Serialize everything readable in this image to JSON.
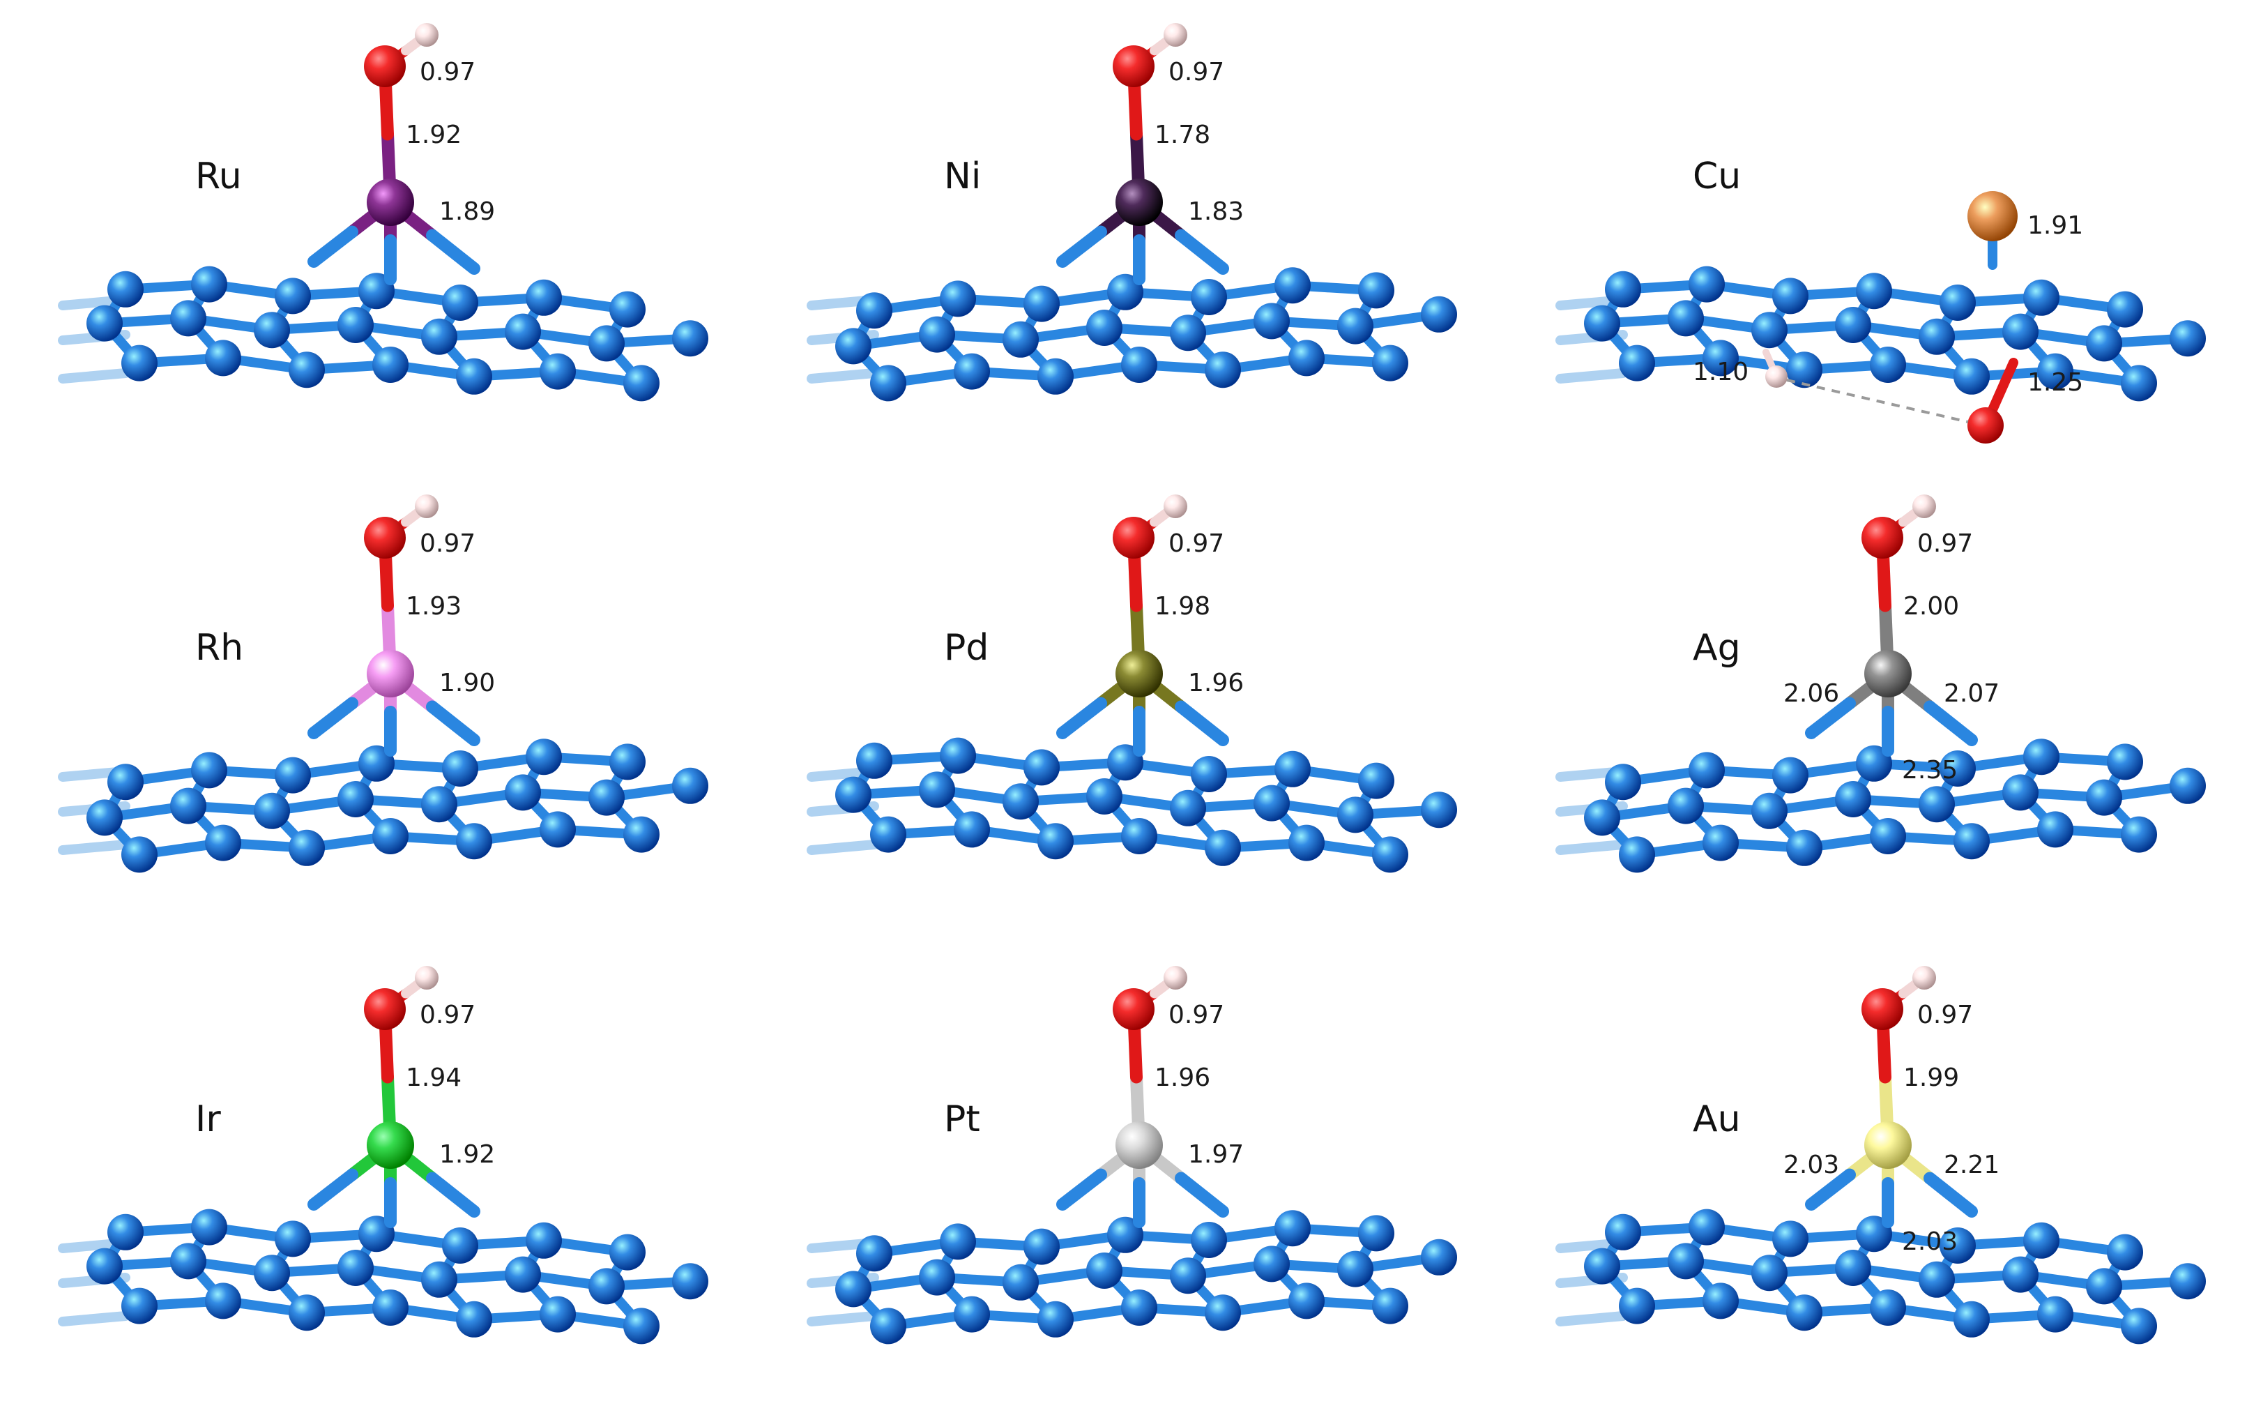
{
  "figure": {
    "panels": [
      {
        "metal": "Ru",
        "metal_color": "#7a2182",
        "labels": [
          "0.97",
          "1.92",
          "1.89"
        ],
        "row": 0,
        "col": 0
      },
      {
        "metal": "Ni",
        "metal_color": "#3b1747",
        "labels": [
          "0.97",
          "1.78",
          "1.83"
        ],
        "row": 0,
        "col": 1
      },
      {
        "metal": "Cu",
        "metal_color": "#d98a4a",
        "labels": [
          "1.91",
          "1.10",
          "1.25"
        ],
        "row": 0,
        "col": 2,
        "dissociated": true
      },
      {
        "metal": "Rh",
        "metal_color": "#e28ae0",
        "labels": [
          "0.97",
          "1.93",
          "1.90"
        ],
        "row": 1,
        "col": 0
      },
      {
        "metal": "Pd",
        "metal_color": "#777720",
        "labels": [
          "0.97",
          "1.98",
          "1.96"
        ],
        "row": 1,
        "col": 1
      },
      {
        "metal": "Ag",
        "metal_color": "#7f7f7f",
        "labels": [
          "0.97",
          "2.00",
          "2.06",
          "2.07",
          "2.35"
        ],
        "row": 1,
        "col": 2
      },
      {
        "metal": "Ir",
        "metal_color": "#22c73a",
        "labels": [
          "0.97",
          "1.94",
          "1.92"
        ],
        "row": 2,
        "col": 0
      },
      {
        "metal": "Pt",
        "metal_color": "#c8c8c8",
        "labels": [
          "0.97",
          "1.96",
          "1.97"
        ],
        "row": 2,
        "col": 1
      },
      {
        "metal": "Au",
        "metal_color": "#eae58a",
        "labels": [
          "0.97",
          "1.99",
          "2.03",
          "2.21",
          "2.03"
        ],
        "row": 2,
        "col": 2
      }
    ],
    "colors": {
      "carbon": "#1f78d1",
      "carbon_bond": "#2a86e0",
      "oxygen": "#e01818",
      "hydrogen": "#f2d6d6",
      "dashed_bond": "#9a9a9a"
    }
  }
}
